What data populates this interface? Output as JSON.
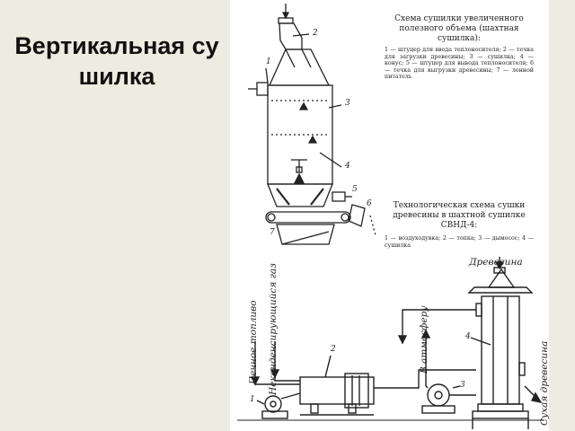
{
  "slide": {
    "title": "Вертикальная сушилка"
  },
  "top_figure": {
    "caption": "Схема сушилки увеличенного полезного объема (шахтная сушилка):",
    "legend": "1 — штуцер для ввода теплоносителя; 2 — течка для загрузки древесины; 3 — сушилка; 4 — конус; 5 — штуцер для вывода теплоносителя; 6 — течка для выгрузки древесины; 7 — ленной питатель",
    "part_numbers": [
      "1",
      "2",
      "3",
      "4",
      "5",
      "6",
      "7"
    ]
  },
  "bottom_figure": {
    "caption": "Технологическая схема сушки древесины в шахтной сушилке СВНД-4:",
    "legend": "1 — воздуходувка; 2 — топка; 3 — дымосос; 4 — сушилка",
    "labels": {
      "wood_in": "Древесина",
      "fuel": "Печное топливо",
      "gas": "Неконденсирующийся газ",
      "atmosphere": "В атмосферу",
      "dry_wood": "Сухая древесина"
    },
    "part_numbers": [
      "1",
      "2",
      "3",
      "4"
    ]
  }
}
